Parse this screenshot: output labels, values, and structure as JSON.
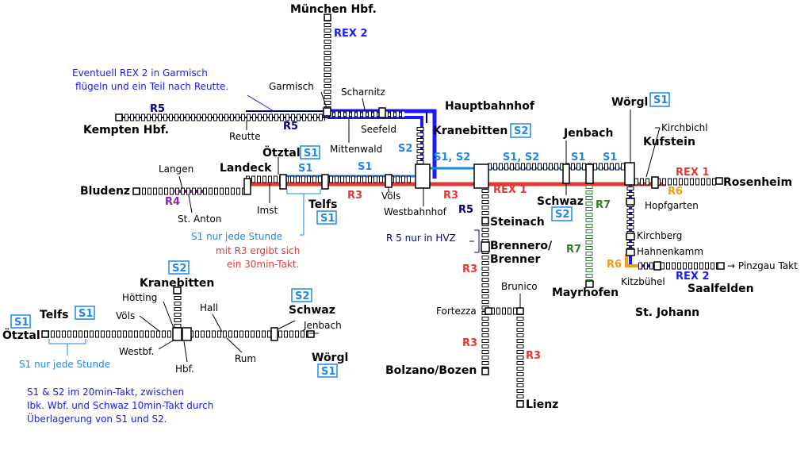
{
  "colors": {
    "s1": "#1e88e5",
    "s2": "#1e88e5",
    "r3": "#e53935",
    "r4": "#8e24aa",
    "r5": "#000080",
    "rex1": "#e53935",
    "rex2": "#1a1aff",
    "r6": "#f39c12",
    "r7": "#2e7d32"
  },
  "stations": {
    "muenchen": "München Hbf.",
    "kempten": "Kempten Hbf.",
    "garmisch": "Garmisch",
    "scharnitz": "Scharnitz",
    "reutte": "Reutte",
    "seefeld": "Seefeld",
    "mittenwald": "Mittenwald",
    "hauptbahnhof": "Hauptbahnhof",
    "kranebitten": "Kranebitten",
    "woergl": "Wörgl",
    "kirchbichl": "Kirchbichl",
    "jenbach": "Jenbach",
    "kufstein": "Kufstein",
    "rosenheim": "Rosenheim",
    "langen": "Langen",
    "oetztal": "Ötztal",
    "landeck": "Landeck",
    "bludenz": "Bludenz",
    "st_anton": "St. Anton",
    "imst": "Imst",
    "telfs": "Telfs",
    "voels": "Völs",
    "westbahnhof": "Westbahnhof",
    "schwaz": "Schwaz",
    "hopfgarten": "Hopfgarten",
    "steinach": "Steinach",
    "brennero": "Brennero/",
    "brenner": "Brenner",
    "kirchberg": "Kirchberg",
    "hahnenkamm": "Hahnenkamm",
    "pinzgau": "→ Pinzgau Takt",
    "kitzbuehel": "Kitzbühel",
    "saalfelden": "Saalfelden",
    "mayrhofen": "Mayrhofen",
    "st_johann": "St. Johann",
    "brunico": "Brunico",
    "fortezza": "Fortezza",
    "bolzano": "Bolzano/Bozen",
    "lienz": "Lienz"
  },
  "inset": {
    "kranebitten": "Kranebitten",
    "hoetting": "Hötting",
    "hall": "Hall",
    "schwaz": "Schwaz",
    "voels": "Völs",
    "telfs": "Telfs",
    "jenbach": "Jenbach",
    "oetztal": "Ötztal",
    "westbf": "Westbf.",
    "rum": "Rum",
    "woergl": "Wörgl",
    "hbf": "Hbf."
  },
  "lines": {
    "rex2": "REX 2",
    "rex1": "REX 1",
    "r5": "R5",
    "r4": "R4",
    "r3": "R3",
    "r6": "R6",
    "r7": "R7",
    "s1": "S1",
    "s2": "S2",
    "s1s2": "S1, S2"
  },
  "notes": {
    "garmisch_1": "Eventuell REX 2 in Garmisch",
    "garmisch_2": "flügeln und ein Teil nach Reutte.",
    "s1_hourly": "S1 nur jede Stunde",
    "r3_1": "mit R3 ergibt sich",
    "r3_2": "ein 30min-Takt.",
    "r5_hvz": "R 5 nur in HVZ",
    "inset_s1": "S1 nur jede Stunde",
    "takt_1": "S1 & S2 im 20min-Takt, zwischen",
    "takt_2": "Ibk. Wbf. und Schwaz 10min-Takt durch",
    "takt_3": "Überlagerung von S1 und S2."
  }
}
